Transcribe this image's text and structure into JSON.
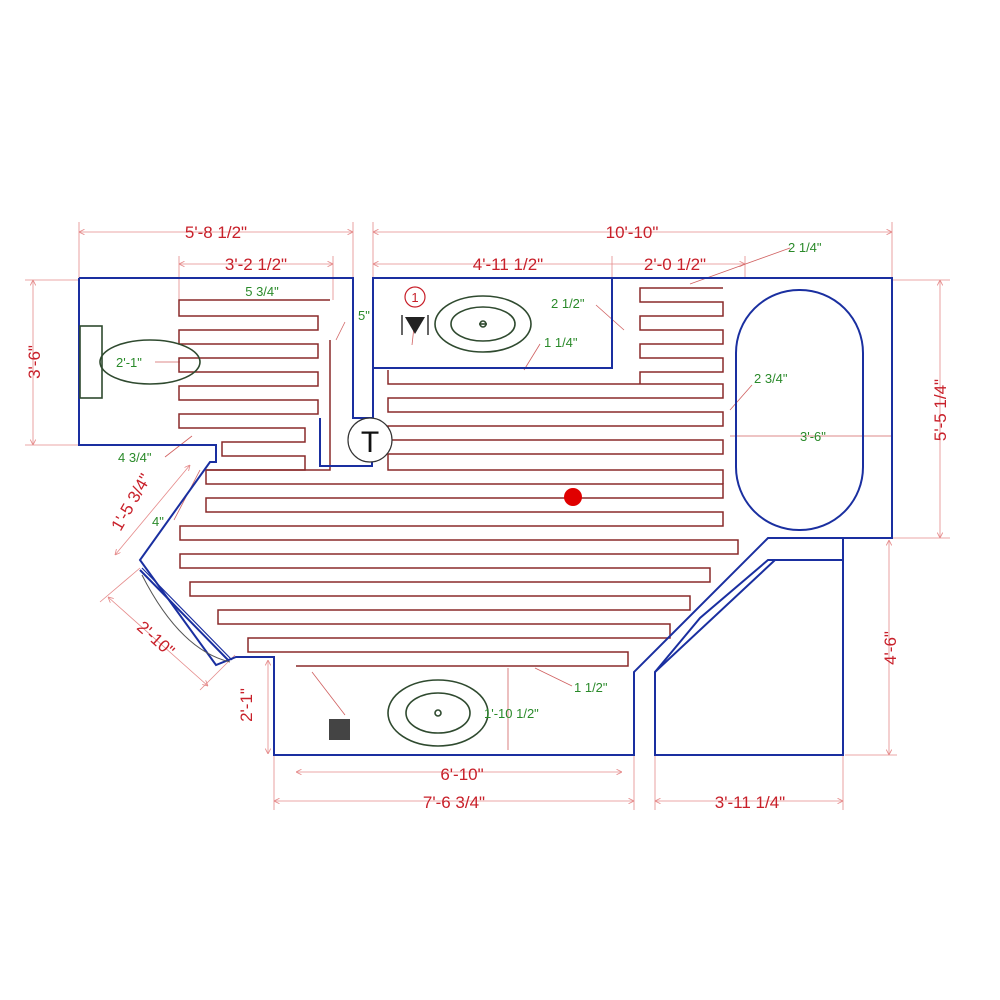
{
  "dimensions": {
    "left_room_width": "5'-8 1/2\"",
    "left_inner_width": "3'-2 1/2\"",
    "left_height": "3'-6\"",
    "total_width": "10'-10\"",
    "vanity_width": "4'-11 1/2\"",
    "vanity_gap": "2'-0 1/2\"",
    "right_height": "5'-5 1/4\"",
    "lower_right_height": "4'-6\"",
    "angled_wall": "1'-5 3/4\"",
    "door_width": "2'-10\"",
    "lower_left_height": "2'-1\"",
    "bottom_inner": "6'-10\"",
    "bottom_total": "7'-6 3/4\"",
    "bottom_right": "3'-11 1/4\""
  },
  "offsets": {
    "o_5_3_4": "5 3/4\"",
    "o_5": "5\"",
    "o_2_1": "2'-1\"",
    "o_4_3_4": "4 3/4\"",
    "o_4": "4\"",
    "o_2_1_4": "2 1/4\"",
    "o_2_1_2": "2 1/2\"",
    "o_1_1_4": "1 1/4\"",
    "o_2_3_4": "2 3/4\"",
    "o_3_6": "3'-6\"",
    "o_1_1_2": "1 1/2\"",
    "o_1_10_1_2": "1'-10 1/2\""
  },
  "markers": {
    "sensor_number": "1",
    "thermostat": "T"
  },
  "colors": {
    "wall": "#1a2fa0",
    "cable": "#8a2a2a",
    "dimension": "#c8202a",
    "offset": "#2a8a2a",
    "hotspot": "#e00000"
  },
  "icons": [
    "toilet-icon",
    "sink-icon",
    "bathtub-icon",
    "thermostat-icon",
    "floor-sensor-icon",
    "outlet-icon",
    "door-swing-icon"
  ]
}
